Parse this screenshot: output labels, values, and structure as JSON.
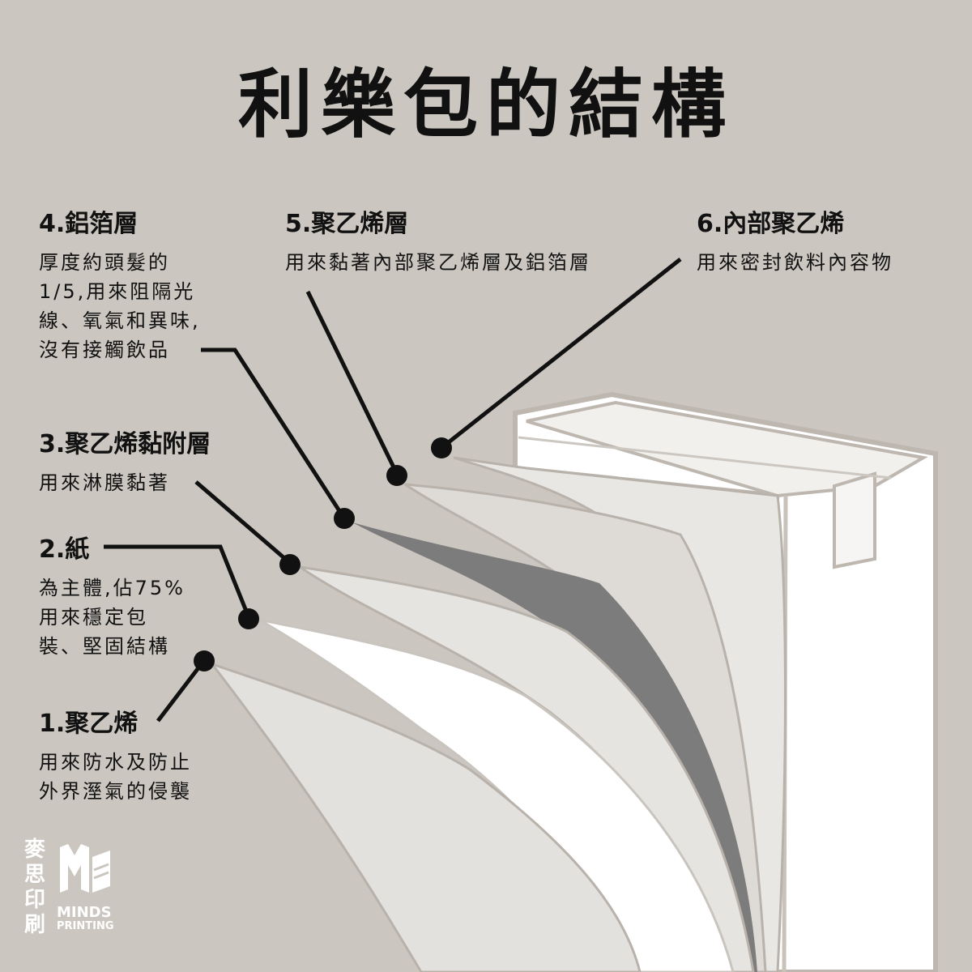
{
  "title": "利樂包的結構",
  "layers": [
    {
      "label": "4.鋁箔層",
      "desc": "厚度約頭髮的\n1/5,用來阻隔光\n線、氧氣和異味,\n沒有接觸飲品"
    },
    {
      "label": "5.聚乙烯層",
      "desc": "用來黏著內部聚乙烯層及鋁箔層"
    },
    {
      "label": "6.內部聚乙烯",
      "desc": "用來密封飲料內容物"
    },
    {
      "label": "3.聚乙烯黏附層",
      "desc": "用來淋膜黏著"
    },
    {
      "label": "2.紙",
      "desc": "為主體,佔75%\n用來穩定包\n裝、堅固結構"
    },
    {
      "label": "1.聚乙烯",
      "desc": "用來防水及防止\n外界溼氣的侵襲"
    }
  ],
  "logo": {
    "chinese": "麥思印刷",
    "english_1": "MINDS",
    "english_2": "PRINTING"
  },
  "colors": {
    "background": "#cbc6c0",
    "foil": "#7c7c7c",
    "white": "#ffffff",
    "light_layer": "#e3e1de",
    "outline": "#b8b2ab"
  }
}
